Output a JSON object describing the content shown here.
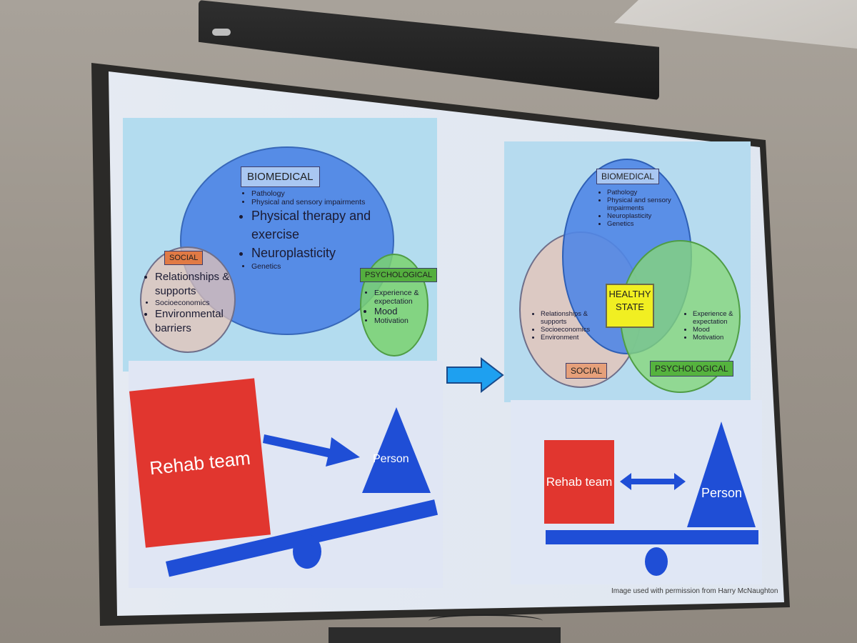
{
  "left_diagram": {
    "biomedical": {
      "label": "BIOMEDICAL",
      "items": [
        "Pathology",
        "Physical and sensory impairments",
        "Physical therapy and exercise",
        "Neuroplasticity",
        "Genetics"
      ]
    },
    "social": {
      "label": "SOCIAL",
      "items": [
        "Relationships & supports",
        "Socioeconomics",
        "Environmental barriers"
      ]
    },
    "psychological": {
      "label": "PSYCHOLOGICAL",
      "items": [
        "Experience & expectation",
        "Mood",
        "Motivation"
      ]
    }
  },
  "right_diagram": {
    "biomedical": {
      "label": "BIOMEDICAL",
      "items": [
        "Pathology",
        "Physical and sensory impairments",
        "Neuroplasticity",
        "Genetics"
      ]
    },
    "social": {
      "label": "SOCIAL",
      "items": [
        "Relationships & supports",
        "Socioeconomics",
        "Environment"
      ]
    },
    "psychological": {
      "label": "PSYCHOLOGICAL",
      "items": [
        "Experience & expectation",
        "Mood",
        "Motivation"
      ]
    },
    "center": "HEALTHY STATE"
  },
  "left_balance": {
    "team_label": "Rehab team",
    "person_label": "Person"
  },
  "right_balance": {
    "team_label": "Rehab team",
    "person_label": "Person"
  },
  "credit": "Image used with permission from Harry McNaughton",
  "colors": {
    "biomedical": "#4f86e6",
    "social": "#e8c4b4",
    "psychological": "#7ad26e",
    "rehab": "#e1362f",
    "person": "#1f4ed6",
    "healthy": "#f1ef22",
    "arrow": "#1ea0f0"
  }
}
